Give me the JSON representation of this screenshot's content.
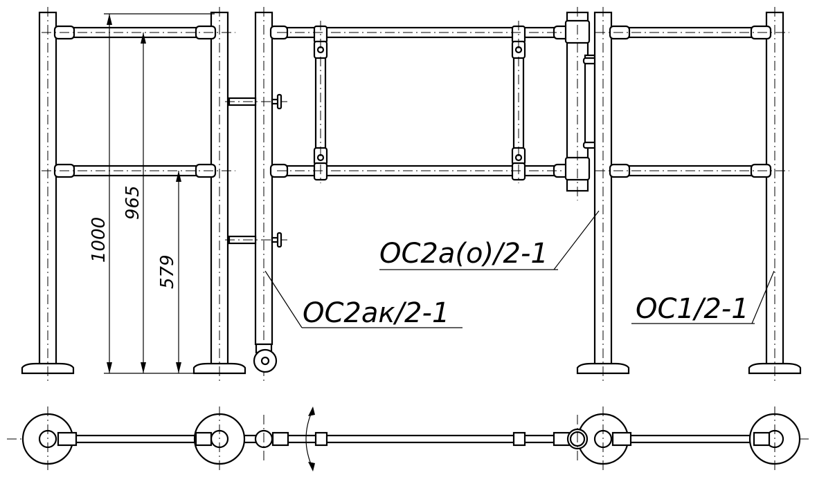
{
  "labels": {
    "gate_post": "ОС2ак/2-1",
    "gate_leaf": "ОС2а(о)/2-1",
    "fence_section": "ОС1/2-1"
  },
  "dimensions": {
    "total_height": "1000",
    "top_rail_height": "965",
    "mid_rail_height": "579"
  }
}
